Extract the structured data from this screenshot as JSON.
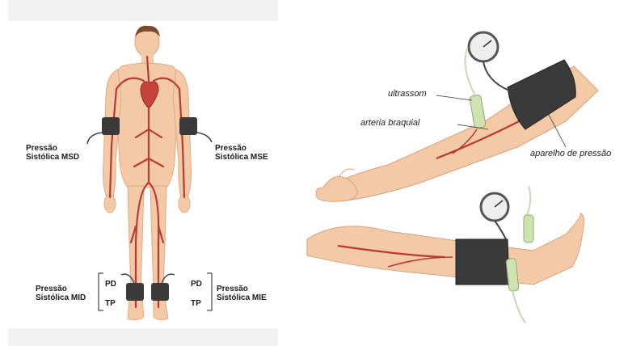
{
  "body_diagram": {
    "labels": {
      "msd_line1": "Pressão",
      "msd_line2": "Sistólica MSD",
      "mse_line1": "Pressão",
      "mse_line2": "Sistólica MSE",
      "mid_line1": "Pressão",
      "mid_line2": "Sistólica MID",
      "mie_line1": "Pressão",
      "mie_line2": "Sistólica MIE",
      "pd_left": "PD",
      "tp_left": "TP",
      "pd_right": "PD",
      "tp_right": "TP"
    }
  },
  "limb_diagram": {
    "labels": {
      "ultrasound": "ultrassom",
      "brachial_artery": "arteria braquial",
      "pressure_device": "aparelho de pressão"
    }
  },
  "colors": {
    "skin": "#f4c9a6",
    "skin_shadow": "#e5a880",
    "artery": "#b83a33",
    "cuff": "#3a3a3a",
    "probe": "#cfe3b0"
  }
}
